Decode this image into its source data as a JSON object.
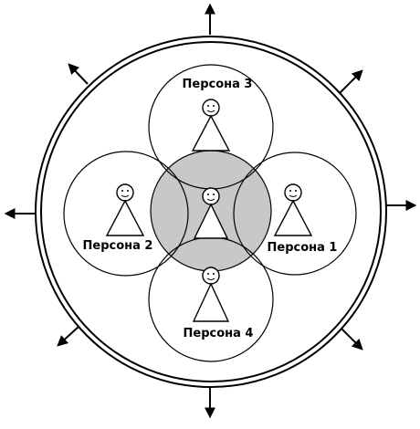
{
  "diagram": {
    "labels": {
      "persona_1": "Персона 1",
      "persona_2": "Персона 2",
      "persona_3": "Персона 3",
      "persona_4": "Персона 4"
    },
    "colors": {
      "stroke": "#000000",
      "background": "#ffffff",
      "center_fill": "#c8c8c8"
    },
    "icons": [
      "stick-figure-icon",
      "arrow-icon"
    ]
  }
}
